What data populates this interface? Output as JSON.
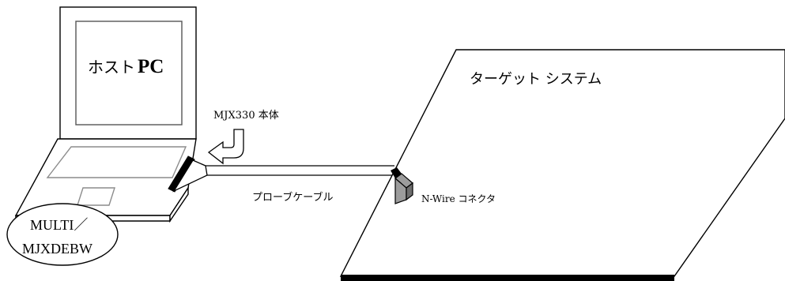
{
  "labels": {
    "host_pc_kana": "ホスト",
    "host_pc_pc": "PC",
    "unit": "MJX330 本体",
    "target": "ターゲット システム",
    "probe_cable": "プローブケーブル",
    "connector": "N-Wire コネクタ",
    "software_line1": "MULTI／",
    "software_line2": "MJXDEBW"
  },
  "colors": {
    "stroke": "#000000",
    "screen_outline": "#555555",
    "keyboard_outline": "#8c8c8c",
    "connector_fill": "#9c9c9c",
    "connector_shade": "#6e6e6e",
    "background": "#ffffff"
  }
}
